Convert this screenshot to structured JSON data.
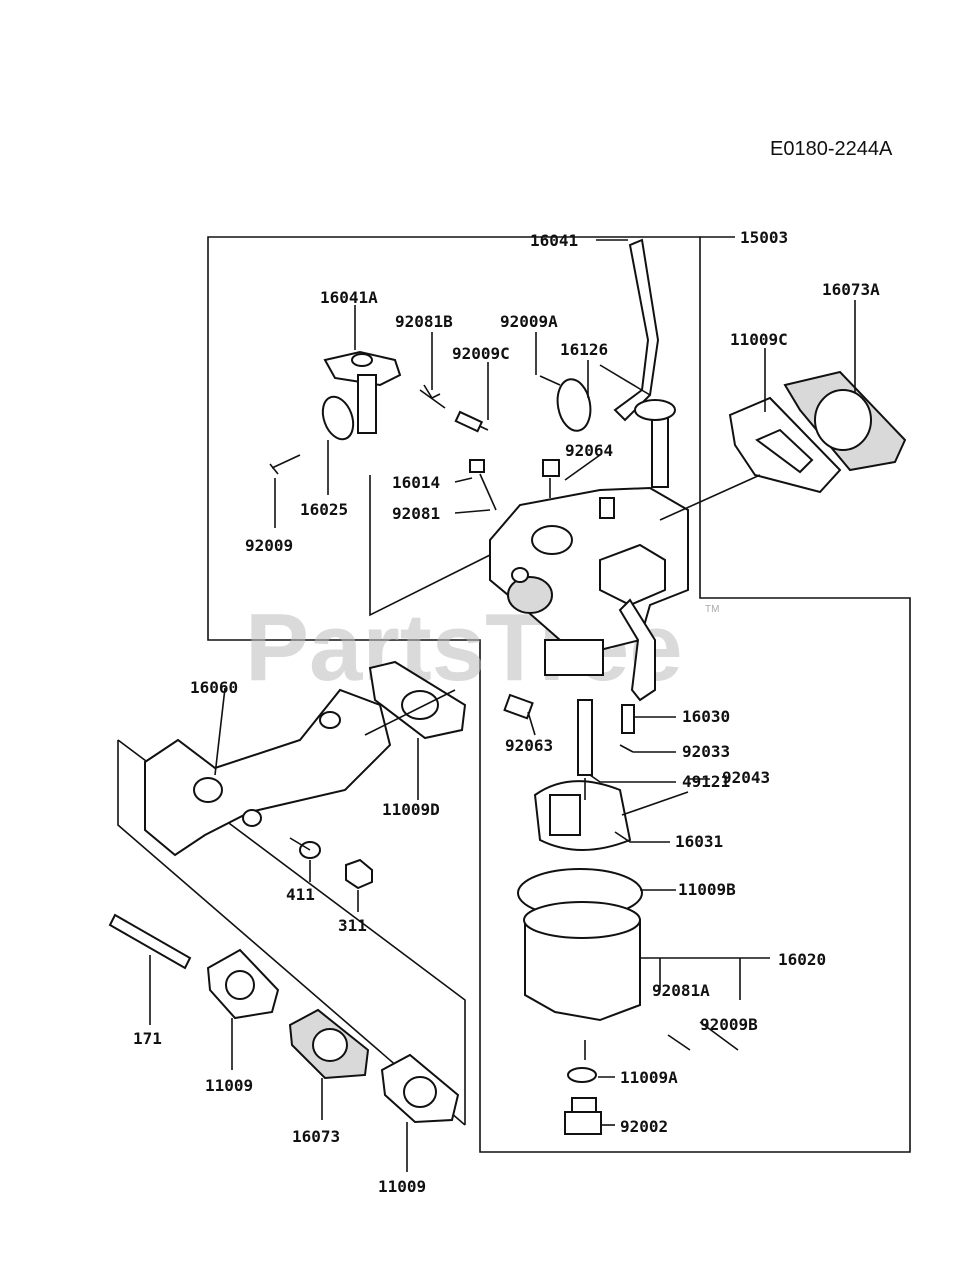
{
  "diagram_code": "E0180-2244A",
  "watermark": "PartsTree",
  "watermark_tm": "TM",
  "labels": {
    "p15003": "15003",
    "p16041": "16041",
    "p16073A": "16073A",
    "p16041A": "16041A",
    "p92081B": "92081B",
    "p92009A": "92009A",
    "p92009C": "92009C",
    "p16126": "16126",
    "p11009C": "11009C",
    "p92064": "92064",
    "p16014": "16014",
    "p92081": "92081",
    "p16025": "16025",
    "p92009": "92009",
    "p16060": "16060",
    "p11009D": "11009D",
    "p16030": "16030",
    "p92063": "92063",
    "p92033": "92033",
    "p49121": "49121",
    "p92043": "92043",
    "p16031": "16031",
    "p411": "411",
    "p311": "311",
    "p11009B": "11009B",
    "p16020": "16020",
    "p92081A": "92081A",
    "p92009B": "92009B",
    "p171": "171",
    "p11009a": "11009",
    "p11009A": "11009A",
    "p16073": "16073",
    "p92002": "92002",
    "p11009b": "11009"
  }
}
